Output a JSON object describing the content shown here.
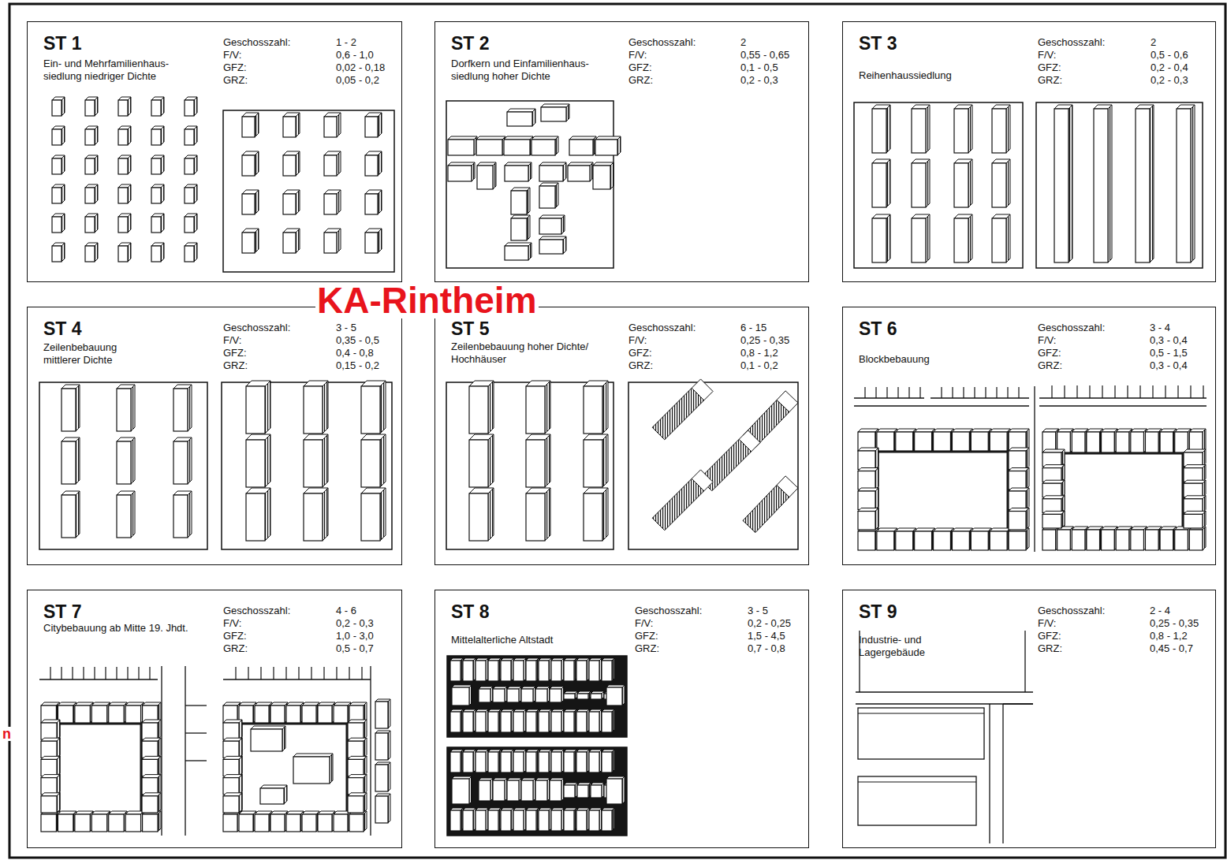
{
  "diagram": {
    "nodes": [
      {
        "text": [
          "ST 1",
          "Ein- und Mehrfamilienhaus- siedlung niedriger Dichte",
          "Geschosszahl:",
          "1 - 2",
          "F/V:",
          "0,6 - 1,0",
          "GFZ:",
          "0,02 - 0,18",
          "GRZ:",
          "0,05 - 0,2"
        ]
      },
      {
        "text": [
          "ST 2",
          "Dorfkern und Einfamilienhaus- siedlung hoher Dichte",
          "Geschosszahl:",
          "2",
          "F/V:",
          "0,55 - 0,65",
          "GFZ:",
          "0,1 - 0,5",
          "GRZ:",
          "0,2 - 0,3"
        ]
      },
      {
        "text": [
          "ST 3",
          "Reihenhaussiedlung",
          "Geschosszahl:",
          "2",
          "F/V:",
          "0,5 - 0,6",
          "GFZ:",
          "0,2 - 0,4",
          "GRZ:",
          "0,2 - 0,3"
        ]
      },
      {
        "text": [
          "ST 4",
          "Zeilenbebauung mittlerer Dichte",
          "Geschosszahl:",
          "3 - 5",
          "F/V:",
          "0,35 - 0,5",
          "GFZ:",
          "0,4 - 0,8",
          "GRZ:",
          "0,15 - 0,2"
        ]
      },
      {
        "text": [
          "ST 5",
          "Zeilenbebauung hoher Dichte/ Hochhäuser",
          "Geschosszahl:",
          "6 - 15",
          "F/V:",
          "0,25 - 0,35",
          "GFZ:",
          "0,8 - 1,2",
          "GRZ:",
          "0,1 - 0,2"
        ]
      },
      {
        "text": [
          "ST 6",
          "Blockbebauung",
          "Geschosszahl:",
          "3 - 4",
          "F/V:",
          "0,3 - 0,4",
          "GFZ:",
          "0,5 - 1,5",
          "GRZ:",
          "0,3 - 0,4"
        ]
      },
      {
        "text": [
          "ST 7",
          "Citybebauung ab Mitte 19. Jhdt.",
          "Geschosszahl:",
          "4 - 6",
          "F/V:",
          "0,2 - 0,3",
          "GFZ:",
          "1,0 - 3,0",
          "GRZ:",
          "0,5 - 0,7"
        ]
      },
      {
        "text": [
          "ST 8",
          "Mittelalterliche Altstadt",
          "Geschosszahl:",
          "3 - 5",
          "F/V:",
          "0,2 - 0,25",
          "GFZ:",
          "1,5 - 4,5",
          "GRZ:",
          "0,7 - 0,8"
        ]
      },
      {
        "text": [
          "ST 9",
          "Industrie- und Lagergebäude",
          "Geschosszahl:",
          "2 - 4",
          "F/V:",
          "0,25 - 0,35",
          "GFZ:",
          "0,8 - 1,2",
          "GRZ:",
          "0,45 - 0,7"
        ]
      }
    ],
    "labels": [
      "KA-Rintheim",
      "n"
    ]
  }
}
